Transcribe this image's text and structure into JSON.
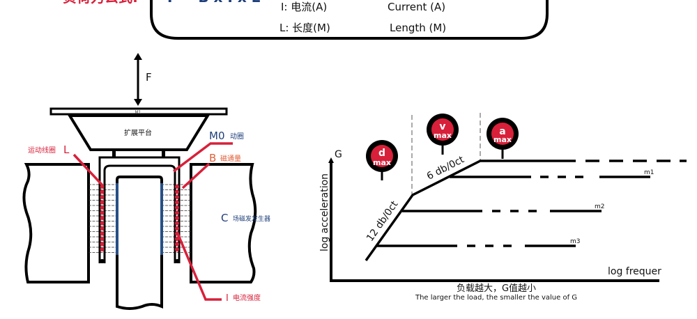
{
  "formula_box": {
    "heading": "负荷力公式:",
    "formula": "F = B x I x L",
    "rows": [
      {
        "symbol": "I: 电流(A)",
        "english": "Current (A)"
      },
      {
        "symbol": "L: 长度(M)",
        "english": "Length (M)"
      }
    ]
  },
  "structure": {
    "force_label": "F",
    "platform_mass_label": "M1",
    "platform_label": "扩展平台",
    "coil_label_cn": "运动线圈",
    "coil_label_symbol": "L",
    "moving_coil_symbol": "M0",
    "moving_coil_cn": "动圈",
    "flux_symbol": "B",
    "flux_cn": "磁通量",
    "field_symbol": "C",
    "field_cn": "场磁发发生器",
    "current_symbol": "I",
    "current_cn": "电流强度",
    "colors": {
      "red": "#d8203a",
      "blue": "#1f3f7a",
      "orange": "#e0603a",
      "pole_blue": "#264f86"
    }
  },
  "chart": {
    "y_top_label": "G",
    "y_axis_label": "log acceleration",
    "x_axis_label": "log frequer",
    "slope1_label": "12 db/0ct",
    "slope2_label": "6 db/0ct",
    "markers": [
      {
        "top": "d",
        "bottom": "max"
      },
      {
        "top": "v",
        "bottom": "max"
      },
      {
        "top": "a",
        "bottom": "max"
      }
    ],
    "mass_lines": [
      "m1",
      "m2",
      "m3"
    ],
    "caption_cn": "负载越大，G值越小",
    "caption_en": "The larger the load, the smaller the value of G"
  }
}
